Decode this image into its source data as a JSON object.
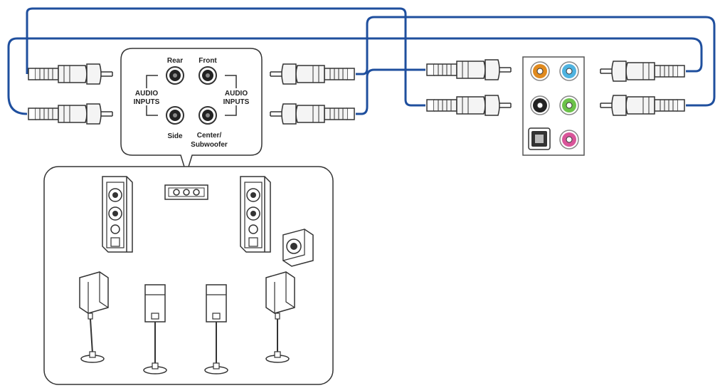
{
  "speaker_input_panel": {
    "label_rear": "Rear",
    "label_front": "Front",
    "label_side": "Side",
    "label_center_line1": "Center/",
    "label_center_line2": "Subwoofer",
    "left_label_line1": "AUDIO",
    "left_label_line2": "INPUTS",
    "right_label_line1": "AUDIO",
    "right_label_line2": "INPUTS"
  },
  "motherboard_audio_ports": [
    {
      "color_name": "orange",
      "color": "#e08a1e"
    },
    {
      "color_name": "light-blue",
      "color": "#4fb3e0"
    },
    {
      "color_name": "black",
      "color": "#222222"
    },
    {
      "color_name": "green",
      "color": "#6cc24a"
    },
    {
      "color_name": "optical-spdif",
      "color": "#333333"
    },
    {
      "color_name": "pink",
      "color": "#d9559a"
    }
  ],
  "colors": {
    "cable": "#1f4f9e",
    "outline": "#333333",
    "plug_fill": "#f4f4f4"
  }
}
